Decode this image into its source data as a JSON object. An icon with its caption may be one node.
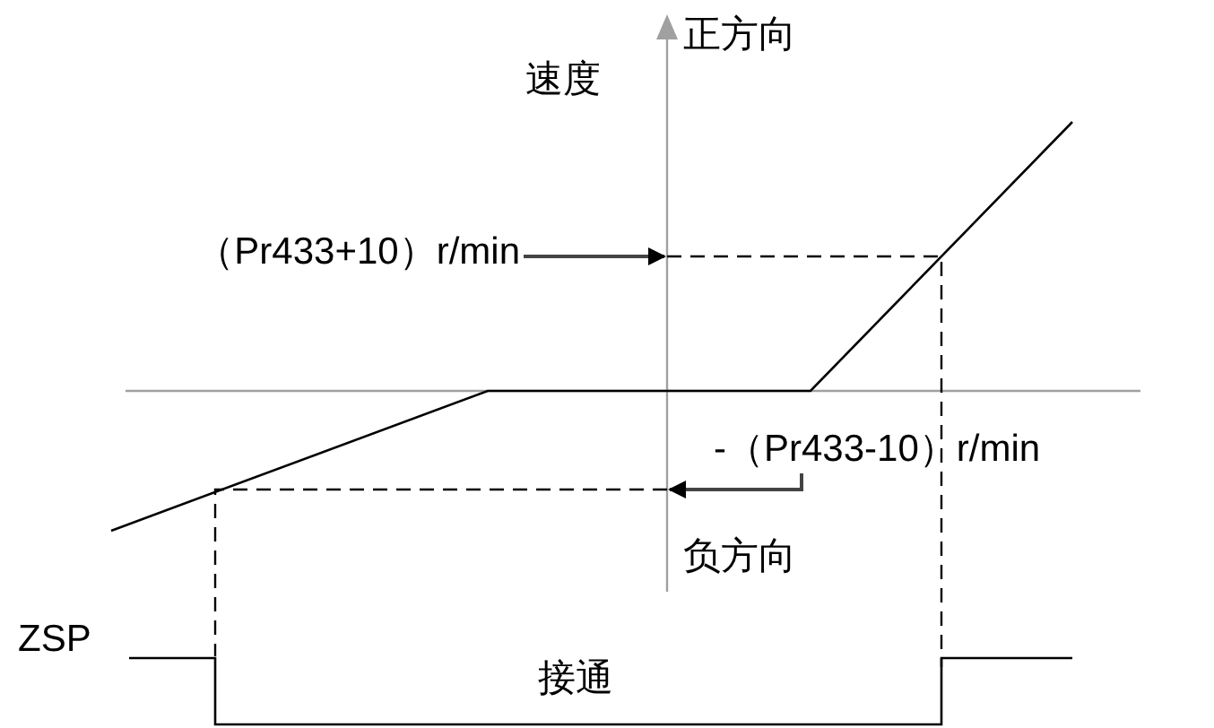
{
  "diagram": {
    "nodes": [
      {
        "text": [
          "（Pr433+10）r/min"
        ]
      },
      {
        "text": [
          "-（Pr433-10）r/min"
        ]
      },
      {
        "text": [],
        "shape": "line",
        "beside": [
          "速度",
          "正方向",
          "负方向"
        ]
      }
    ],
    "edges": [
      {
        "from": 0,
        "to": 2,
        "arrow": "to"
      },
      {
        "from": 1,
        "to": 2,
        "arrow": "to"
      }
    ],
    "labels": [
      "ZSP",
      "接通"
    ]
  }
}
